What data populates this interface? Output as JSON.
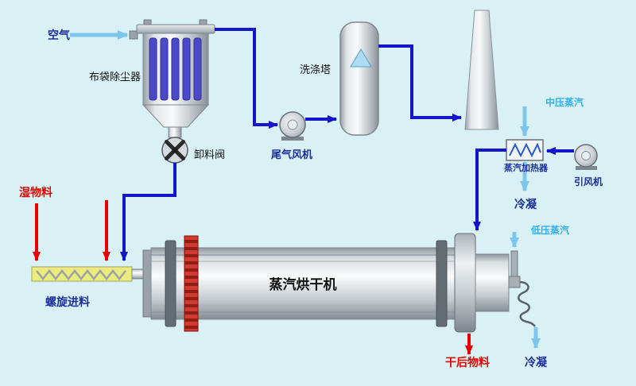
{
  "background": "#d9f1f5",
  "colors": {
    "pipe": "#1414c8",
    "steam": "#7cc6ee",
    "steam_label": "#35aee8",
    "material": "#e80000",
    "label_navy": "#1c2f9c",
    "label_black": "#101010"
  },
  "equipment": {
    "bag_filter": "布袋除尘器",
    "discharge_valve": "卸料阀",
    "screw_feeder": "螺旋进料",
    "tail_gas_fan": "尾气风机",
    "scrubber": "洗涤塔",
    "steam_heater": "蒸汽加热器",
    "id_fan": "引风机",
    "steam_dryer": "蒸汽烘干机"
  },
  "streams": {
    "air": "空气",
    "wet_material": "湿物料",
    "mp_steam": "中压蒸汽",
    "lp_steam": "低压蒸汽",
    "condensate_heater": "冷凝",
    "condensate_dryer": "冷凝",
    "dried_material": "干后物料"
  }
}
